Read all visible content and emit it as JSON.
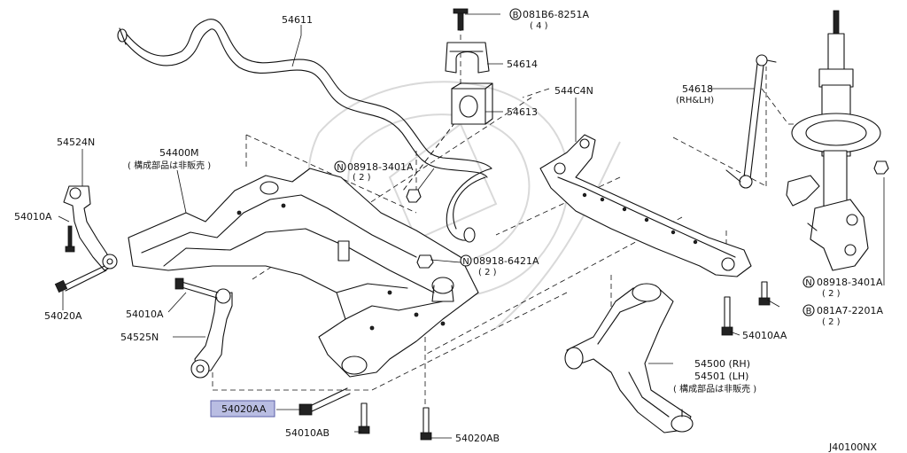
{
  "diagram_code": "J40100NX",
  "callouts": {
    "c54611": "54611",
    "c081B6": "081B6-8251A",
    "c081B6_qty": "( 4 )",
    "c54614": "54614",
    "c54613": "54613",
    "c544C4N": "544C4N",
    "c54618": "54618",
    "c54618_sub": "(RH&LH)",
    "c54524N": "54524N",
    "c54400M": "54400M",
    "c54400M_sub": "( 構成部品は非販売 )",
    "c08918_3401A": "08918-3401A",
    "c08918_3401A_qty": "( 2 )",
    "c54010A_left": "54010A",
    "c08918_6421A": "08918-6421A",
    "c08918_6421A_qty": "( 2 )",
    "c54020A": "54020A",
    "c54010A_mid": "54010A",
    "c54525N": "54525N",
    "c08918_3401A_r": "08918-3401A",
    "c08918_3401A_r_qty": "( 2 )",
    "c081A7": "081A7-2201A",
    "c081A7_qty": "( 2 )",
    "c54010AA": "54010AA",
    "c54500": "54500 (RH)",
    "c54501": "54501 (LH)",
    "c5450x_sub": "( 構成部品は非販売 )",
    "c54020AA": "54020AA",
    "c54010AB": "54010AB",
    "c54020AB": "54020AB"
  },
  "prefix_marks": {
    "B": "B",
    "N": "N"
  }
}
